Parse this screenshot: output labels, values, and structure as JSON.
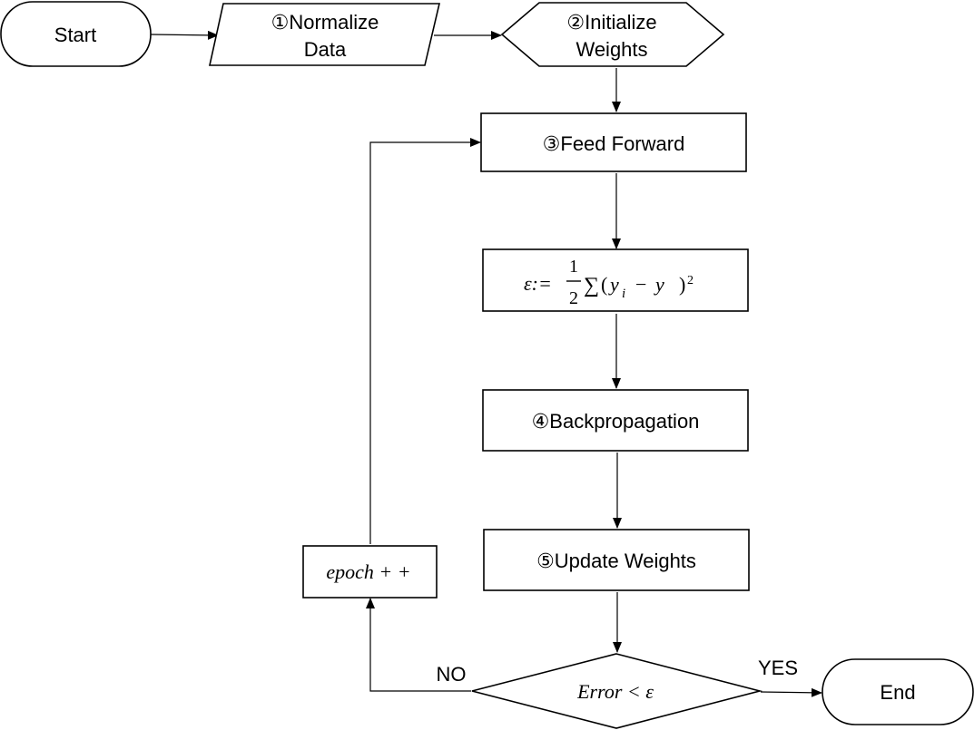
{
  "nodes": {
    "start": {
      "label": "Start"
    },
    "normalize": {
      "line1": "①Normalize",
      "line2": "Data"
    },
    "init_weights": {
      "line1": "②Initialize",
      "line2": "Weights"
    },
    "feed_forward": {
      "label": "③Feed Forward"
    },
    "error_formula": {
      "lhs": "ε:=",
      "numerator": "1",
      "denominator": "2",
      "sum": "∑",
      "open": "(",
      "y": "y",
      "sub": "i",
      "minus": "−",
      "y2": "y",
      "close": ")",
      "power": "2"
    },
    "backprop": {
      "label": "④Backpropagation"
    },
    "update_weights": {
      "label": "⑤Update Weights"
    },
    "decision": {
      "label": "Error <  ε"
    },
    "epoch": {
      "label": "epoch + +"
    },
    "end": {
      "label": "End"
    }
  },
  "edges": {
    "no_label": "NO",
    "yes_label": "YES"
  }
}
